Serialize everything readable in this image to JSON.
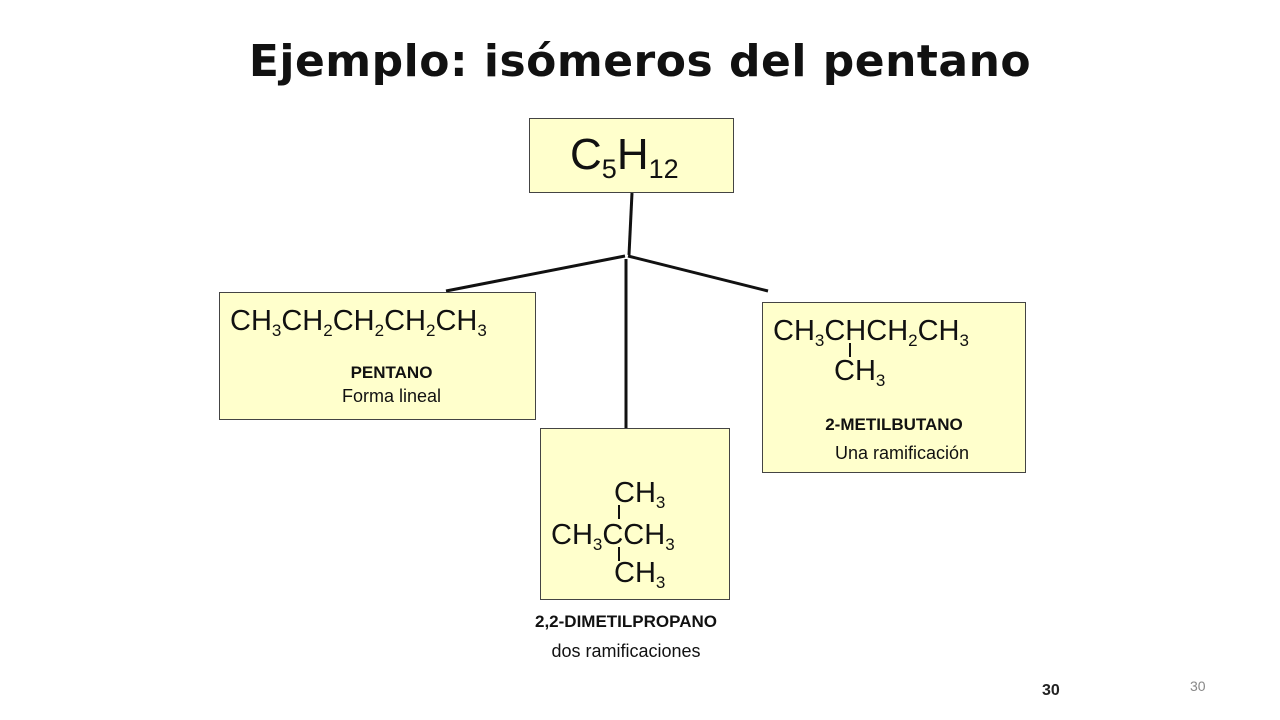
{
  "title": "Ejemplo: isómeros del pentano",
  "formula": {
    "c": "C",
    "c_n": "5",
    "h": "H",
    "h_n": "12"
  },
  "pentano": {
    "formula": [
      [
        "CH",
        "3"
      ],
      [
        "CH",
        "2"
      ],
      [
        "CH",
        "2"
      ],
      [
        "CH",
        "2"
      ],
      [
        "CH",
        "3"
      ]
    ],
    "name": "PENTANO",
    "desc": "Forma lineal"
  },
  "metilbutano": {
    "line1": {
      "a": "CH",
      "a_n": "3",
      "b": "CHCH",
      "b_n": "2",
      "c": "CH",
      "c_n": "3"
    },
    "branch": {
      "a": "CH",
      "a_n": "3"
    },
    "name": "2-METILBUTANO",
    "desc": "Una ramificación"
  },
  "dimetilpropano": {
    "top": {
      "a": "CH",
      "a_n": "3"
    },
    "mid": {
      "a": "CH",
      "a_n": "3",
      "b": "CCH",
      "b_n": "3"
    },
    "bottom": {
      "a": "CH",
      "a_n": "3"
    },
    "name": "2,2-DIMETILPROPANO",
    "desc": "dos ramificaciones"
  },
  "slide_number_bold": "30",
  "slide_number": "30"
}
